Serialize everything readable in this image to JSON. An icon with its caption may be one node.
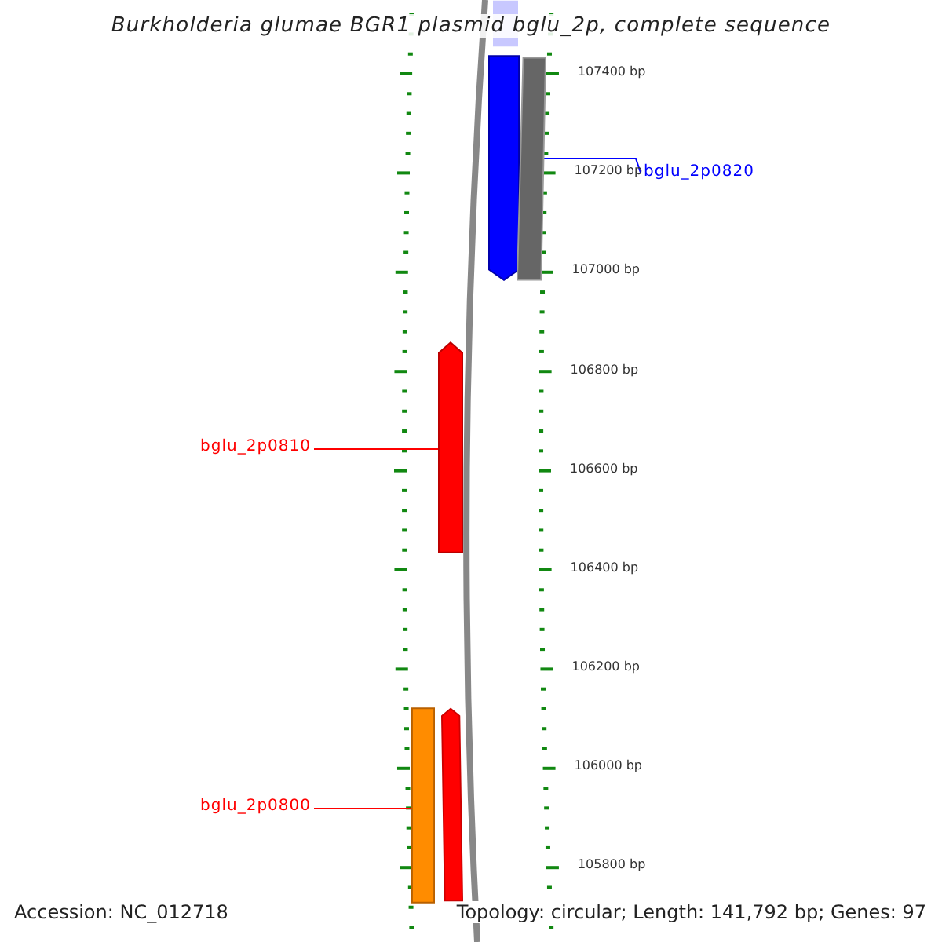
{
  "diagram": {
    "title": "Burkholderia glumae BGR1 plasmid bglu_2p, complete sequence",
    "nodes": [
      {
        "text": [
          "bglu_2p0820"
        ]
      },
      {
        "text": [],
        "shape": "bar"
      },
      {
        "text": [
          "bglu_2p0810"
        ]
      },
      {
        "text": [],
        "shape": "bar"
      },
      {
        "text": [
          "bglu_2p0800"
        ]
      },
      {
        "text": [],
        "shape": "bar"
      },
      {
        "text": [],
        "shape": "bar"
      },
      {
        "text": [],
        "shape": "bar"
      },
      {
        "text": [],
        "shape": "bar"
      }
    ],
    "edges": [
      {
        "from": 0,
        "to": 1,
        "arrow": "none",
        "color": "#0000ff"
      },
      {
        "from": 2,
        "to": 3,
        "arrow": "none"
      },
      {
        "from": 4,
        "to": 5,
        "arrow": "none"
      }
    ],
    "labels": [
      "107400 bp",
      "107200 bp",
      "107000 bp",
      "106800 bp",
      "106600 bp",
      "106400 bp",
      "106200 bp",
      "106000 bp",
      "105800 bp",
      "Accession: NC_012718",
      "Topology: circular; Length: 141,792 bp; Genes: 97"
    ]
  }
}
